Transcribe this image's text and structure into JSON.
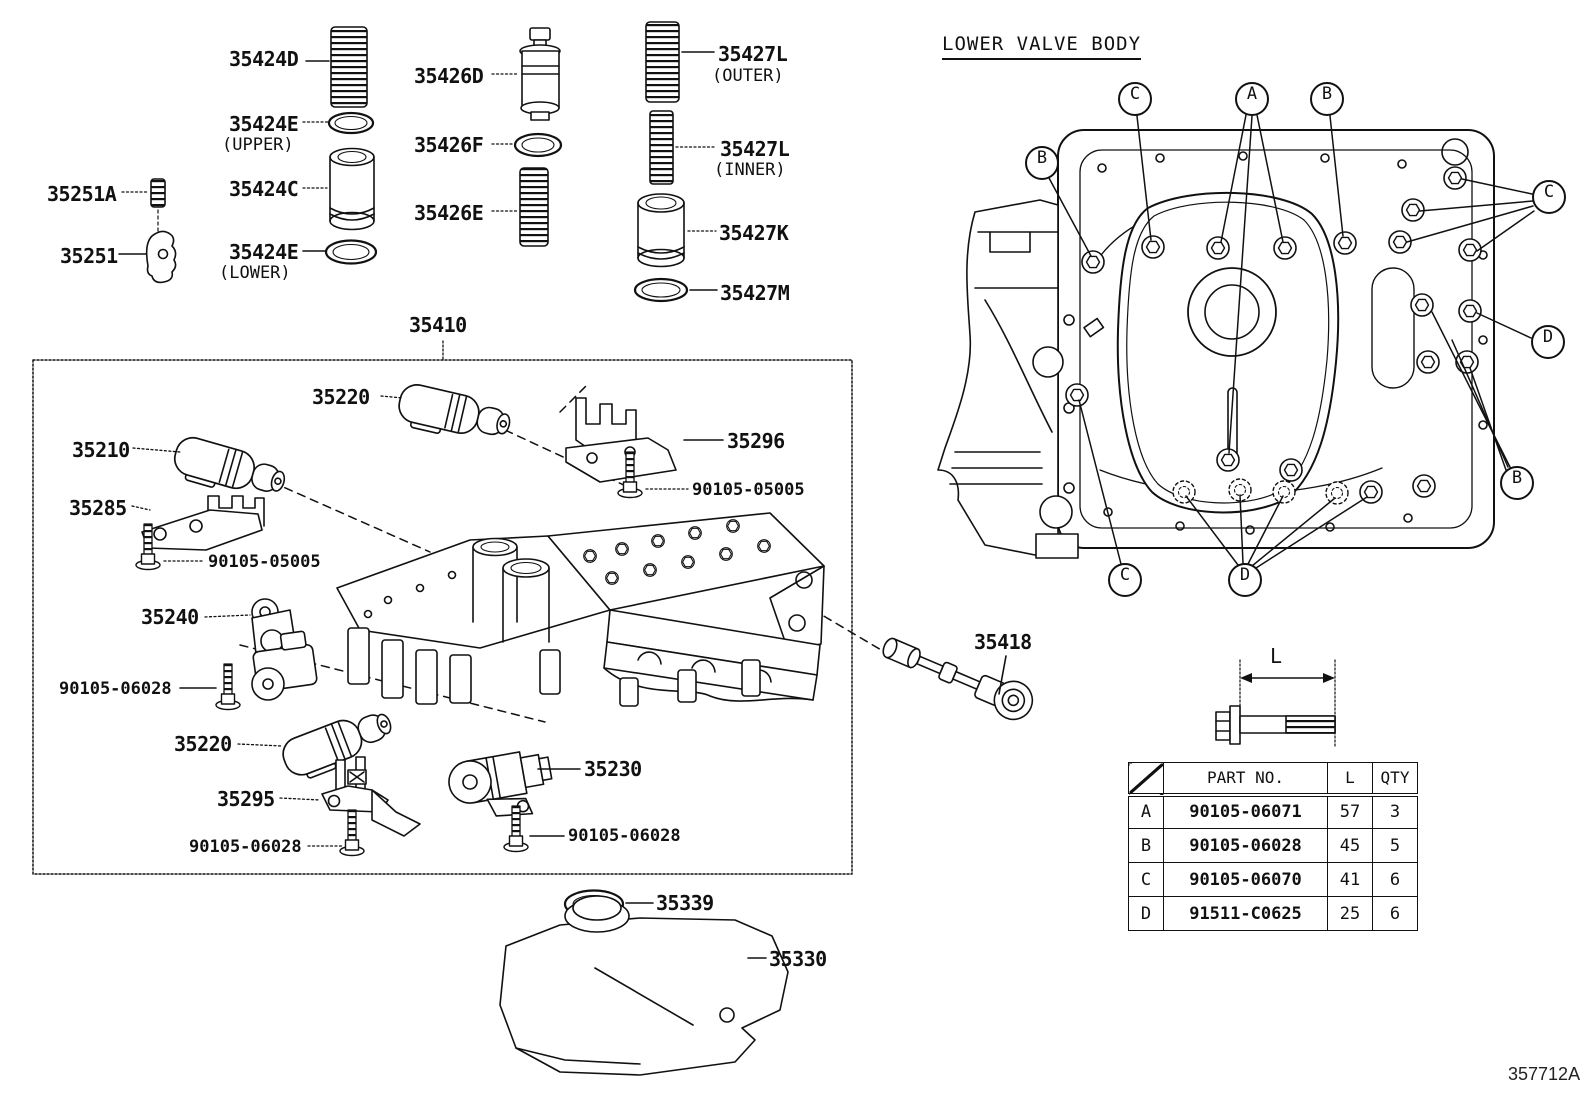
{
  "title": "LOWER VALVE BODY",
  "diagram_code": "357712A",
  "dimension_label": "L",
  "part_labels": [
    {
      "text": "35424D"
    },
    {
      "text": "35424E",
      "sub": "(UPPER)"
    },
    {
      "text": "35424C"
    },
    {
      "text": "35424E",
      "sub": "(LOWER)"
    },
    {
      "text": "35251A"
    },
    {
      "text": "35251"
    },
    {
      "text": "35426D"
    },
    {
      "text": "35426F"
    },
    {
      "text": "35426E"
    },
    {
      "text": "35427L",
      "sub": "(OUTER)"
    },
    {
      "text": "35427L",
      "sub": "(INNER)"
    },
    {
      "text": "35427K"
    },
    {
      "text": "35427M"
    },
    {
      "text": "35410"
    },
    {
      "text": "35220"
    },
    {
      "text": "35210"
    },
    {
      "text": "35285"
    },
    {
      "text": "90105-05005"
    },
    {
      "text": "35296"
    },
    {
      "text": "90105-05005"
    },
    {
      "text": "35240"
    },
    {
      "text": "90105-06028"
    },
    {
      "text": "35220"
    },
    {
      "text": "35295"
    },
    {
      "text": "90105-06028"
    },
    {
      "text": "35230"
    },
    {
      "text": "90105-06028"
    },
    {
      "text": "35339"
    },
    {
      "text": "35330"
    },
    {
      "text": "35418"
    }
  ],
  "callouts": [
    {
      "letter": "B"
    },
    {
      "letter": "C"
    },
    {
      "letter": "A"
    },
    {
      "letter": "B"
    },
    {
      "letter": "C"
    },
    {
      "letter": "D"
    },
    {
      "letter": "B"
    },
    {
      "letter": "C"
    },
    {
      "letter": "D"
    }
  ],
  "bolt_table": {
    "headers": {
      "part_no": "PART NO.",
      "length": "L",
      "qty": "QTY"
    },
    "rows": [
      {
        "key": "A",
        "part_no": "90105-06071",
        "length": "57",
        "qty": "3"
      },
      {
        "key": "B",
        "part_no": "90105-06028",
        "length": "45",
        "qty": "5"
      },
      {
        "key": "C",
        "part_no": "90105-06070",
        "length": "41",
        "qty": "6"
      },
      {
        "key": "D",
        "part_no": "91511-C0625",
        "length": "25",
        "qty": "6"
      }
    ]
  }
}
